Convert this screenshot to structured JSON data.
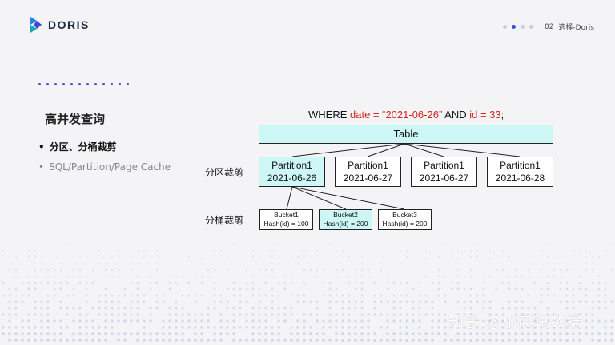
{
  "brand": {
    "name": "DORIS"
  },
  "header": {
    "page_number": "02",
    "page_title": "选择-Doris",
    "pager_dots": 4,
    "active_dot": 1
  },
  "left": {
    "heading": "高并发查询",
    "bullets": [
      {
        "text": "分区、分桶裁剪",
        "active": true
      },
      {
        "text": "SQL/Partition/Page Cache",
        "active": false
      }
    ]
  },
  "diagram": {
    "where": {
      "prefix": "WHERE ",
      "date_cond": "date = “2021-06-26”",
      "mid": " AND ",
      "id_cond": "id = 33",
      "suffix": ";"
    },
    "table_label": "Table",
    "partition_row_label": "分区裁剪",
    "bucket_row_label": "分桶裁剪",
    "partitions": [
      {
        "name": "Partition1",
        "date": "2021-06-26",
        "selected": true
      },
      {
        "name": "Partition1",
        "date": "2021-06-27",
        "selected": false
      },
      {
        "name": "Partition1",
        "date": "2021-06-27",
        "selected": false
      },
      {
        "name": "Partition1",
        "date": "2021-06-28",
        "selected": false
      }
    ],
    "buckets": [
      {
        "name": "Bucket1",
        "hash": "Hash(id) = 100",
        "selected": false
      },
      {
        "name": "Bucket2",
        "hash": "Hash(id) = 200",
        "selected": true
      },
      {
        "name": "Bucket3",
        "hash": "Hash(id) = 200",
        "selected": false
      }
    ]
  },
  "watermark": "知乎 @小晨说数据",
  "colors": {
    "accent": "#3c52d6",
    "highlight_fill": "#cdf7f7",
    "condition_red": "#d0281e"
  }
}
